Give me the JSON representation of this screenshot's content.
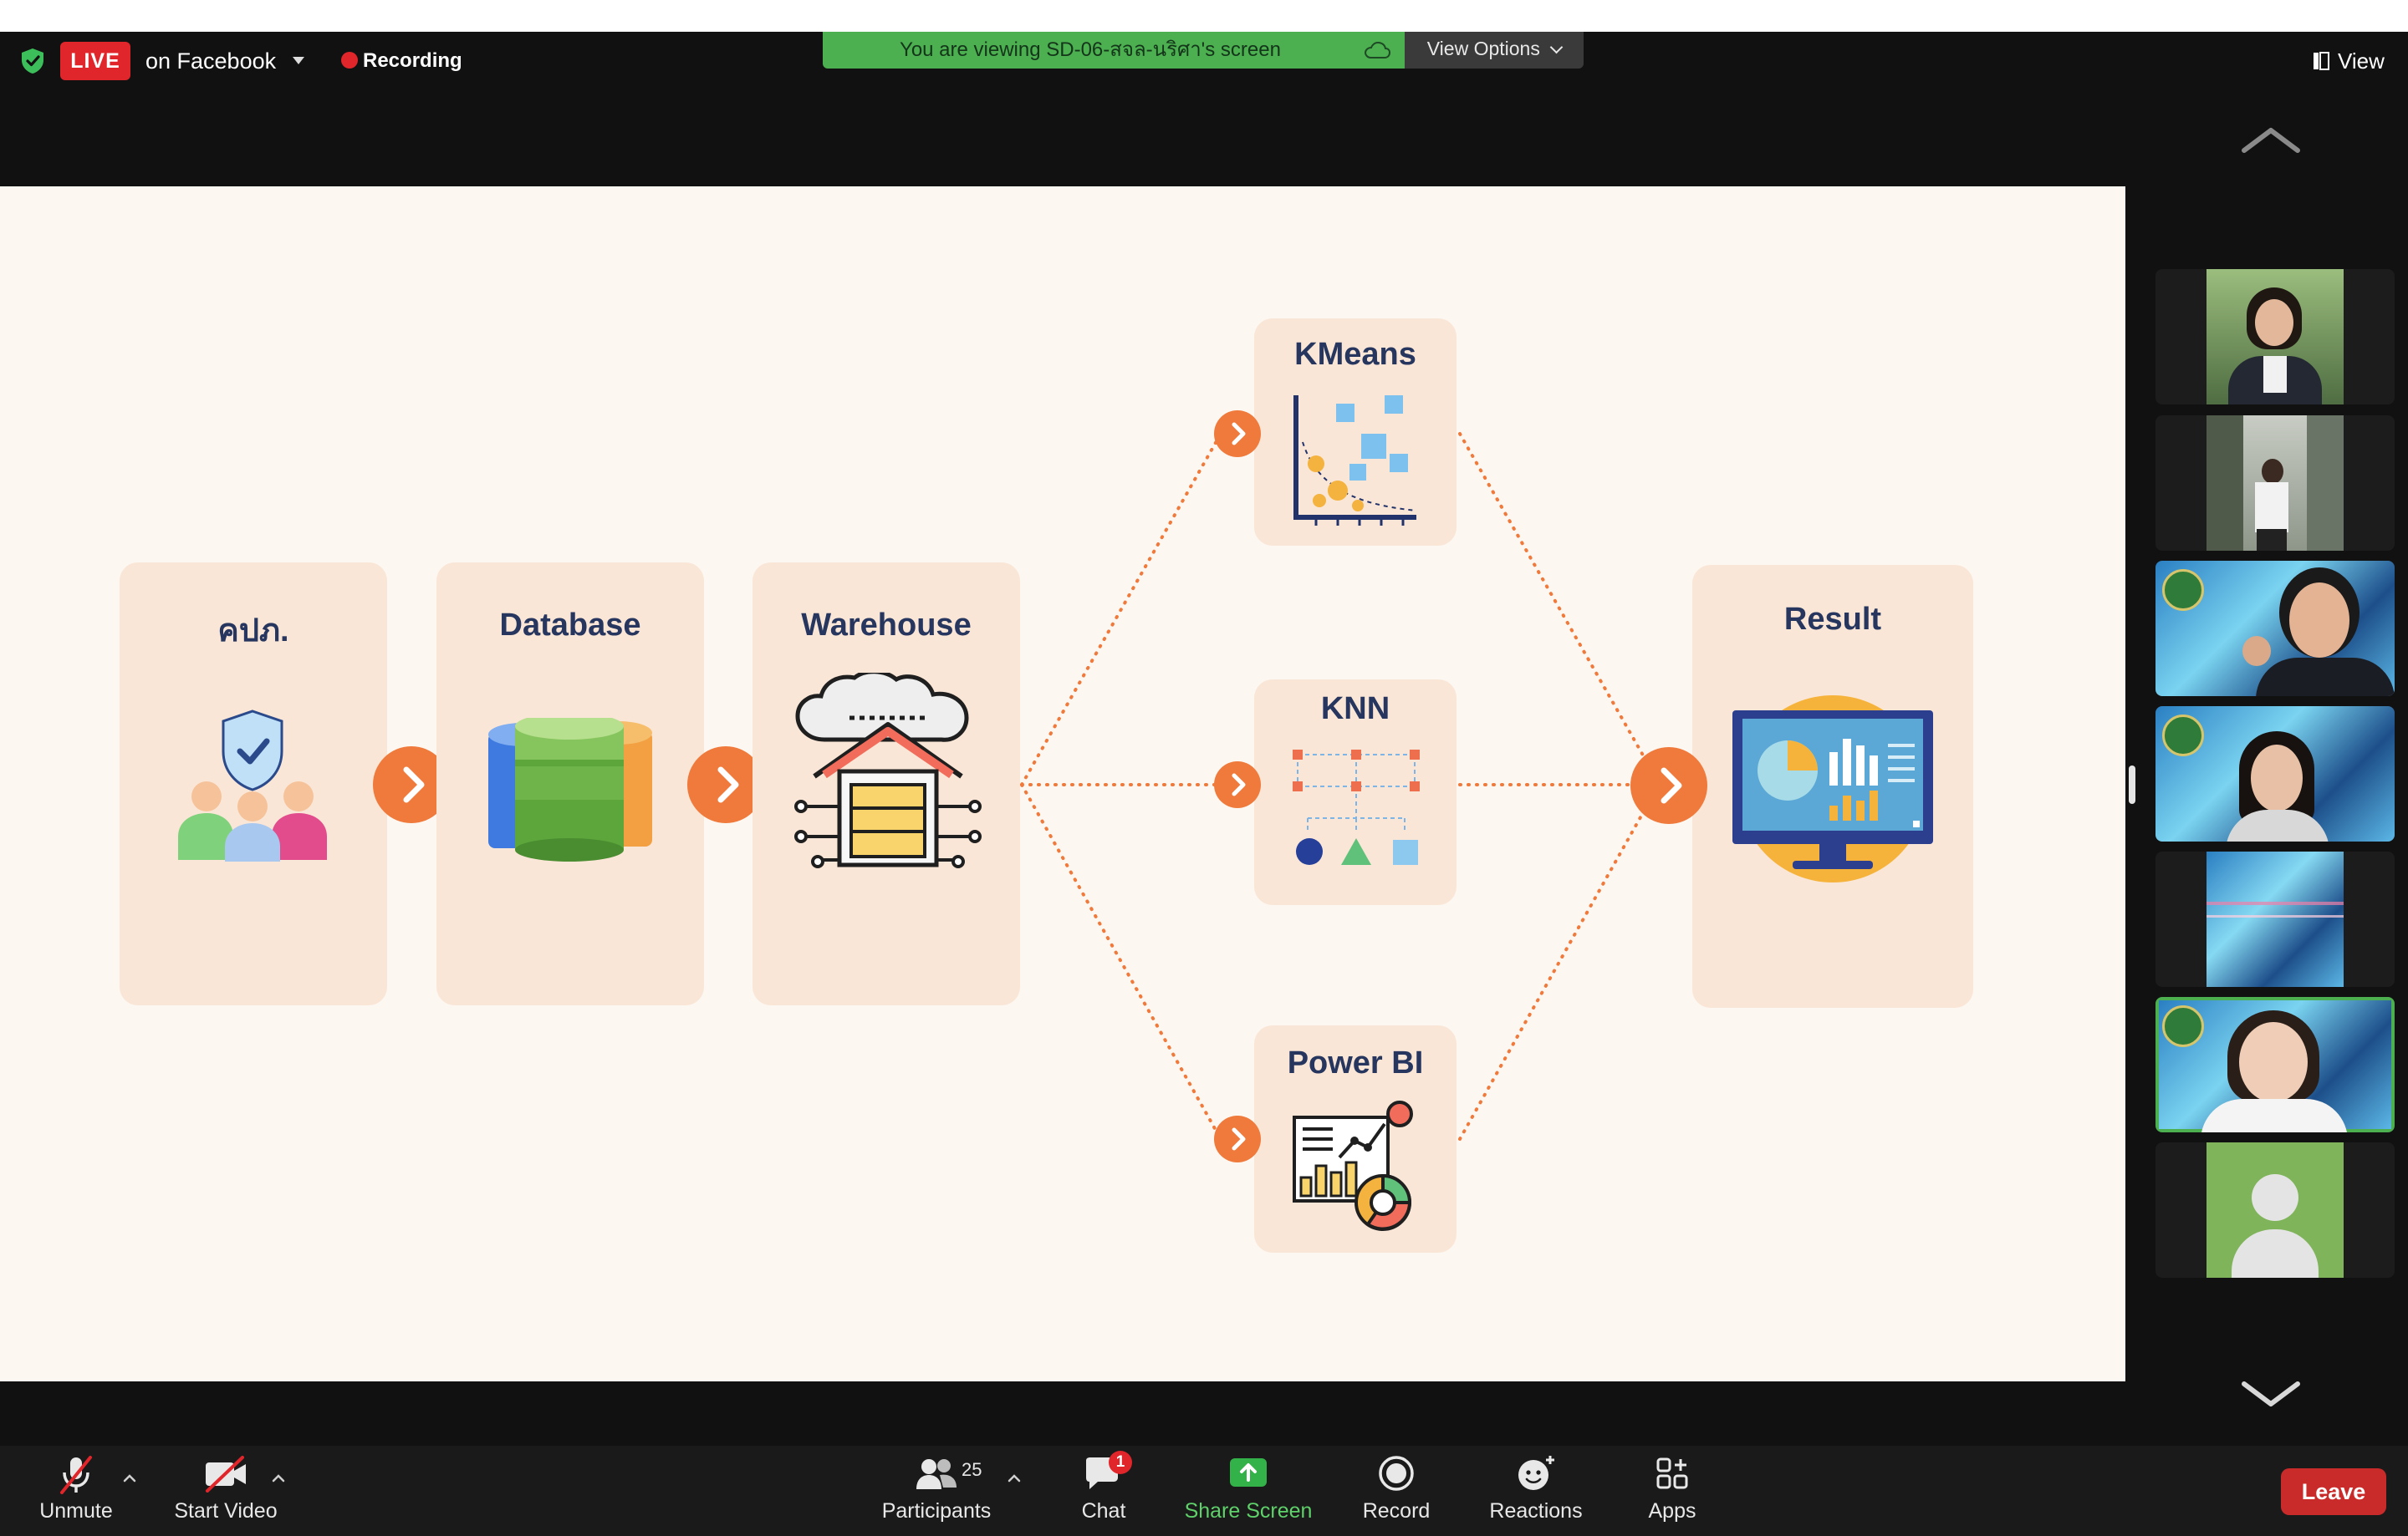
{
  "top_bar": {
    "live_badge": "LIVE",
    "live_destination": "on Facebook",
    "recording_label": "Recording",
    "viewing_banner": "You are viewing SD-06-สจล-นริศา's screen",
    "view_options_label": "View Options",
    "view_label": "View"
  },
  "slide": {
    "cards": [
      {
        "title": "คปภ.",
        "icon": "users-shield-icon"
      },
      {
        "title": "Database",
        "icon": "database-icon"
      },
      {
        "title": "Warehouse",
        "icon": "cloud-warehouse-icon"
      },
      {
        "title": "KMeans",
        "icon": "scatter-plot-icon"
      },
      {
        "title": "KNN",
        "icon": "classification-tree-icon"
      },
      {
        "title": "Power BI",
        "icon": "analytics-report-icon"
      },
      {
        "title": "Result",
        "icon": "monitor-dashboard-icon"
      }
    ],
    "accent_color": "#ef7a3b",
    "card_color": "#fae6d6",
    "title_color": "#26365e"
  },
  "filmstrip": {
    "participants": [
      {
        "kind": "video",
        "description": "participant-1"
      },
      {
        "kind": "video",
        "description": "participant-2"
      },
      {
        "kind": "video",
        "description": "participant-3"
      },
      {
        "kind": "video",
        "description": "participant-4"
      },
      {
        "kind": "video",
        "description": "participant-5"
      },
      {
        "kind": "video",
        "description": "participant-6",
        "active_speaker": true
      },
      {
        "kind": "avatar",
        "description": "participant-7"
      }
    ]
  },
  "toolbar": {
    "unmute_label": "Unmute",
    "start_video_label": "Start Video",
    "participants_label": "Participants",
    "participants_count": "25",
    "chat_label": "Chat",
    "chat_badge": "1",
    "share_screen_label": "Share Screen",
    "record_label": "Record",
    "reactions_label": "Reactions",
    "apps_label": "Apps",
    "leave_label": "Leave"
  }
}
